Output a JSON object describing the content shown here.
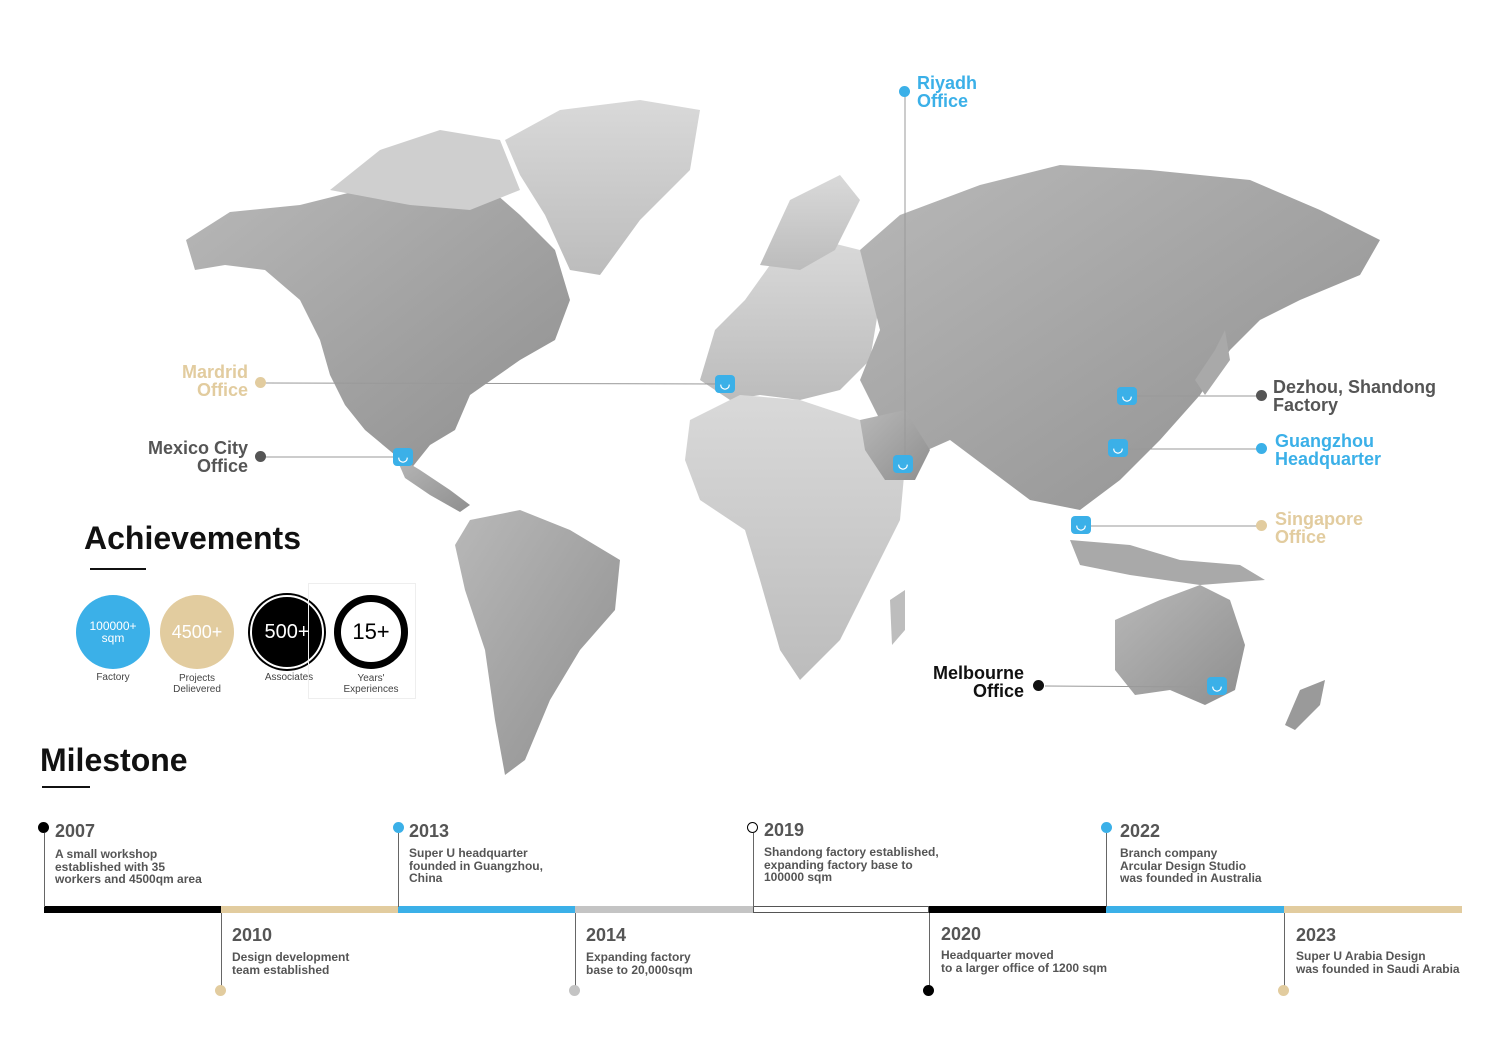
{
  "colors": {
    "blue": "#3bb0e8",
    "gold": "#e2cc9f",
    "black": "#000000",
    "dark": "#555555",
    "gray": "#c4c4c4"
  },
  "marker_icon": "super-u-logo-marker-icon",
  "offices": {
    "riyadh": {
      "line1": "Riyadh",
      "line2": "Office"
    },
    "madrid": {
      "line1": "Mardrid",
      "line2": "Office"
    },
    "mexico": {
      "line1": "Mexico City",
      "line2": "Office"
    },
    "dezhou": {
      "line1": "Dezhou, Shandong",
      "line2": "Factory"
    },
    "guangzhou": {
      "line1": "Guangzhou",
      "line2": "Headquarter"
    },
    "singapore": {
      "line1": "Singapore",
      "line2": "Office"
    },
    "melbourne": {
      "line1": "Melbourne",
      "line2": "Office"
    }
  },
  "achievements": {
    "title": "Achievements",
    "items": [
      {
        "value": "100000+",
        "value2": "sqm",
        "caption": "Factory",
        "caption2": ""
      },
      {
        "value": "4500+",
        "value2": "",
        "caption": "Projects",
        "caption2": "Delievered"
      },
      {
        "value": "500+",
        "value2": "",
        "caption": "Associates",
        "caption2": ""
      },
      {
        "value": "15+",
        "value2": "",
        "caption": "Years'",
        "caption2": "Experiences"
      }
    ]
  },
  "milestone": {
    "title": "Milestone",
    "events": [
      {
        "year": "2007",
        "lines": [
          "A small workshop",
          "established with 35",
          "workers and 4500qm area"
        ]
      },
      {
        "year": "2010",
        "lines": [
          "Design development",
          "team established"
        ]
      },
      {
        "year": "2013",
        "lines": [
          "Super U headquarter",
          "founded in Guangzhou,",
          "China"
        ]
      },
      {
        "year": "2014",
        "lines": [
          "Expanding factory",
          "base to 20,000sqm"
        ]
      },
      {
        "year": "2019",
        "lines": [
          "Shandong factory established,",
          "expanding factory base to",
          "100000 sqm"
        ]
      },
      {
        "year": "2020",
        "lines": [
          "Headquarter moved",
          "to a larger office of 1200 sqm"
        ]
      },
      {
        "year": "2022",
        "lines": [
          "Branch company",
          "Arcular Design Studio",
          "was founded in Australia"
        ]
      },
      {
        "year": "2023",
        "lines": [
          "Super U Arabia Design",
          "was founded in Saudi Arabia"
        ]
      }
    ]
  }
}
